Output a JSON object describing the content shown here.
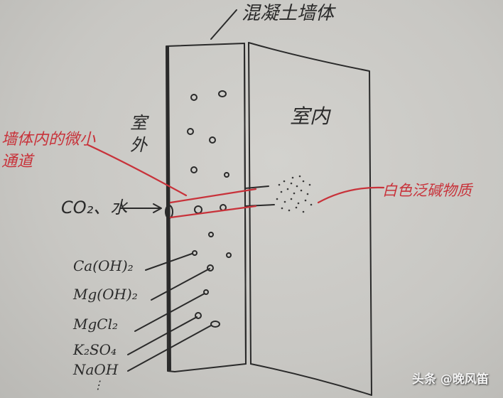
{
  "diagram": {
    "title": "混凝土墙体",
    "regions": {
      "outside": "室外",
      "inside": "室内"
    },
    "annotations": {
      "micro_channel": "墙体内的微小通道",
      "efflorescence": "白色泛碱物质",
      "inflow": "CO₂、水"
    },
    "chemicals": [
      "Ca(OH)₂",
      "Mg(OH)₂",
      "MgCl₂",
      "K₂SO₄",
      "NaOH",
      "⋮"
    ],
    "colors": {
      "ink": "#2a2a2a",
      "red_pen": "#c8323a",
      "paper": "#c9c8c4"
    }
  },
  "watermark": "头条 @晚风笛"
}
